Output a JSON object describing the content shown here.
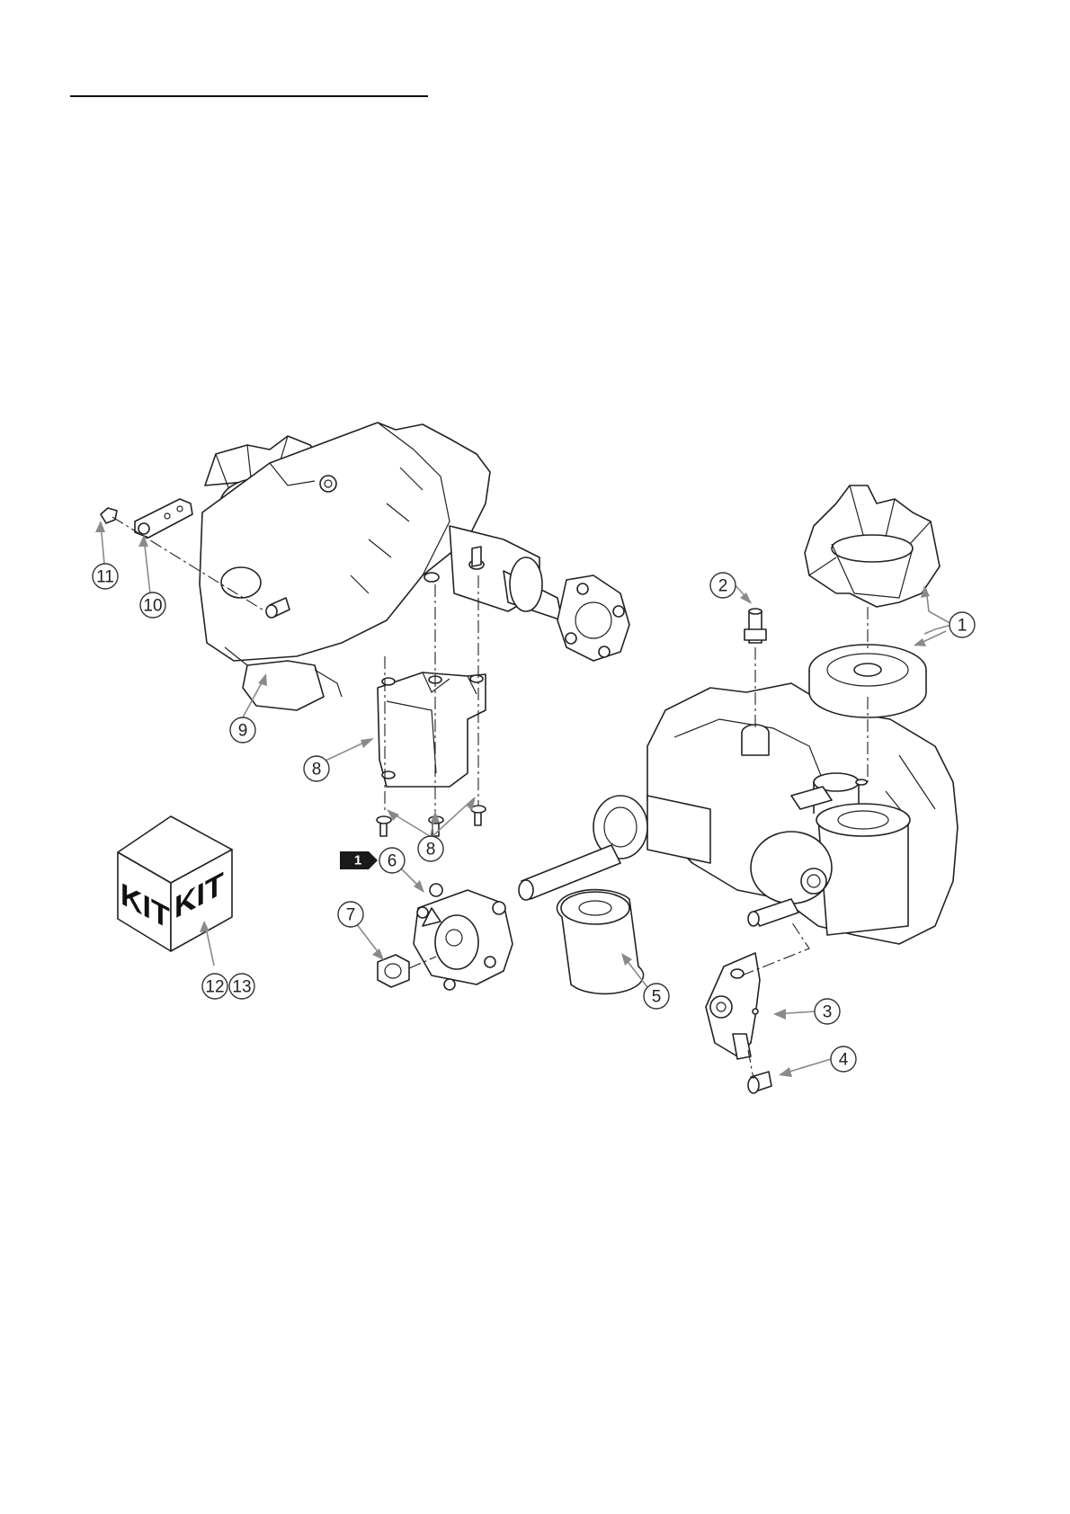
{
  "callouts": {
    "c1a": "1",
    "c1b": "1",
    "c2": "2",
    "c3": "3",
    "c4": "4",
    "c5": "5",
    "c6": "6",
    "c7": "7",
    "c8a": "8",
    "c8b": "8",
    "c9": "9",
    "c10": "10",
    "c11": "11",
    "c12": "12",
    "c13": "13"
  },
  "badge": {
    "label": "1"
  },
  "kit_box": {
    "face_left": "KIT",
    "face_right": "KIT"
  },
  "colors": {
    "line": "#222222",
    "leader": "#8a8a8a",
    "badge_fill": "#1a1a1a"
  }
}
